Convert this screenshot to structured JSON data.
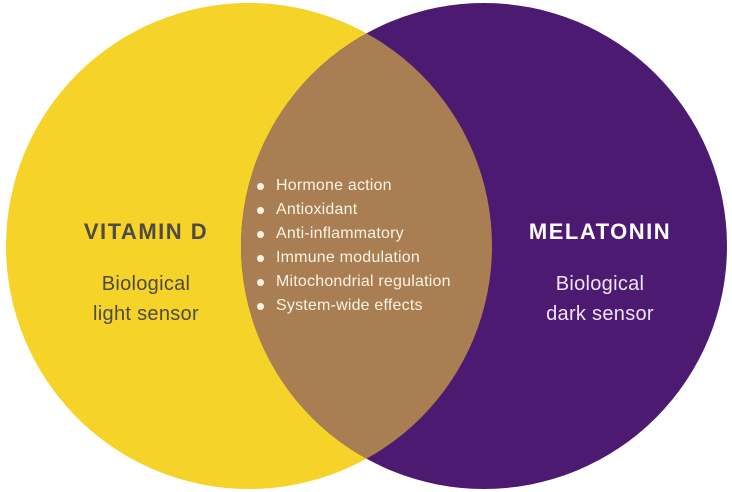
{
  "diagram": {
    "type": "venn",
    "background_color": "#FFFFFF",
    "left_circle": {
      "heading": "VITAMIN D",
      "subheading_line1": "Biological",
      "subheading_line2": "light sensor",
      "circle_color": "#F5D328",
      "text_color": "#4E4B44"
    },
    "right_circle": {
      "heading": "MELATONIN",
      "subheading_line1": "Biological",
      "subheading_line2": "dark sensor",
      "circle_color": "#4C1A71",
      "heading_color": "#FFFFFF",
      "text_color": "#EDE5F2"
    },
    "overlap": {
      "region_color": "#A87E52",
      "text_color": "#FBF4E4",
      "items": [
        "Hormone action",
        "Antioxidant",
        "Anti-inflammatory",
        "Immune modulation",
        "Mitochondrial regulation",
        "System-wide effects"
      ]
    }
  }
}
